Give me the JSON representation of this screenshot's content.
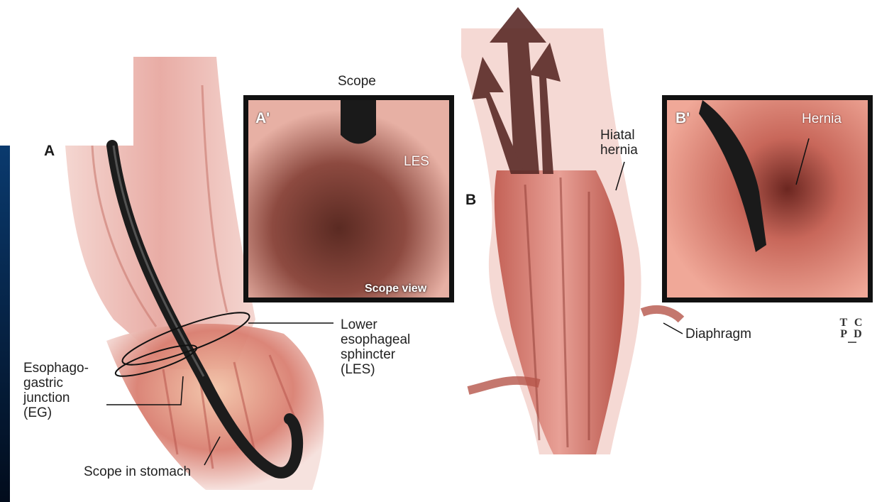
{
  "panels": {
    "a": {
      "letter": "A",
      "labels": {
        "scope": "Scope",
        "lower_esophageal_sphincter": [
          "Lower",
          "esophageal",
          "sphincter",
          "(LES)"
        ],
        "esophagogastric_junction": [
          "Esophago-",
          "gastric",
          "junction",
          "(EG)"
        ],
        "scope_in_stomach": "Scope in stomach"
      }
    },
    "a_prime": {
      "tag": "A'",
      "les": "LES",
      "caption": "Scope view"
    },
    "b": {
      "letter": "B",
      "labels": {
        "hiatal_hernia": [
          "Hiatal",
          "hernia"
        ],
        "diaphragm": "Diaphragm"
      }
    },
    "b_prime": {
      "tag": "B'",
      "hernia": "Hernia"
    }
  },
  "logo": {
    "text": "TCPD"
  },
  "colors": {
    "tissue": "#e9a7a0",
    "tissue_dark": "#b4524b",
    "scope": "#1c1c1c",
    "background": "#ffffff",
    "side_strip": "#062a52"
  }
}
